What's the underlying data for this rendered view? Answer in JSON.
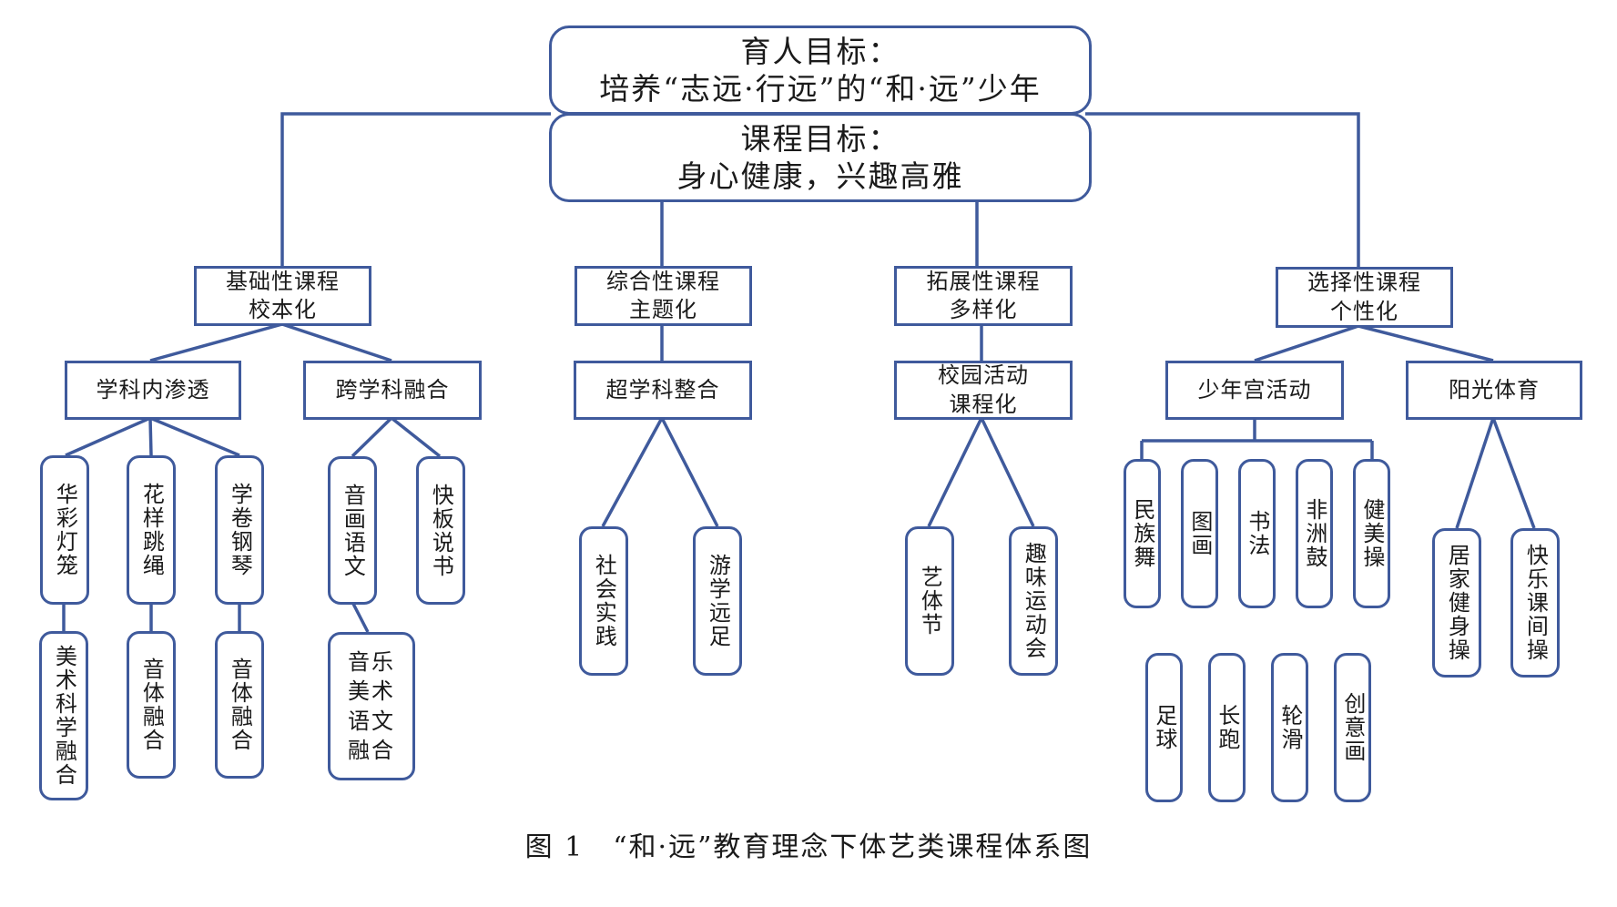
{
  "goals": {
    "talent_goal": "育人目标：\n培养“志远·行远”的“和·远”少年",
    "course_goal": "课程目标：\n身心健康，兴趣高雅"
  },
  "categories": {
    "basic": "基础性课程\n校本化",
    "integrated": "综合性课程\n主题化",
    "extended": "拓展性课程\n多样化",
    "elective": "选择性课程\n个性化"
  },
  "subcategories": {
    "subject_infiltration": "学科内渗透",
    "cross_subject": "跨学科融合",
    "trans_subject": "超学科整合",
    "campus_activity": "校园活动\n课程化",
    "youth_palace": "少年宫活动",
    "sunshine_sports": "阳光体育"
  },
  "leaves": {
    "huacai_denglong": "华彩灯笼",
    "huayang_tiaosheng": "花样跳绳",
    "xuejuan_gangqin": "学卷钢琴",
    "meishu_kexue": "美术科学融合",
    "yinti_ronghe_1": "音体融合",
    "yinti_ronghe_2": "音体融合",
    "yinhua_yuwen": "音画语文",
    "kuaiban_shuoshu": "快板说书",
    "yinyue_meishu": "音乐\n美术\n语文\n融合",
    "shehui_shijian": "社会实践",
    "youxue_yuanzu": "游学远足",
    "yitijie": "艺体节",
    "quwei_yundonghui": "趣味运动会",
    "minzu_wu": "民族舞",
    "tuhua": "图画",
    "shufa": "书法",
    "feizhou_gu": "非洲鼓",
    "jianmei_cao": "健美操",
    "zuqiu": "足球",
    "changpao": "长跑",
    "lunhua": "轮滑",
    "chuangyi_hua": "创意画",
    "jujia_jianshencao": "居家健身操",
    "kuaile_kejiancao": "快乐课间操"
  },
  "caption": "图 1　“和·远”教育理念下体艺类课程体系图",
  "colors": {
    "line": "#3f5a9c",
    "border": "#3f5a9c"
  }
}
